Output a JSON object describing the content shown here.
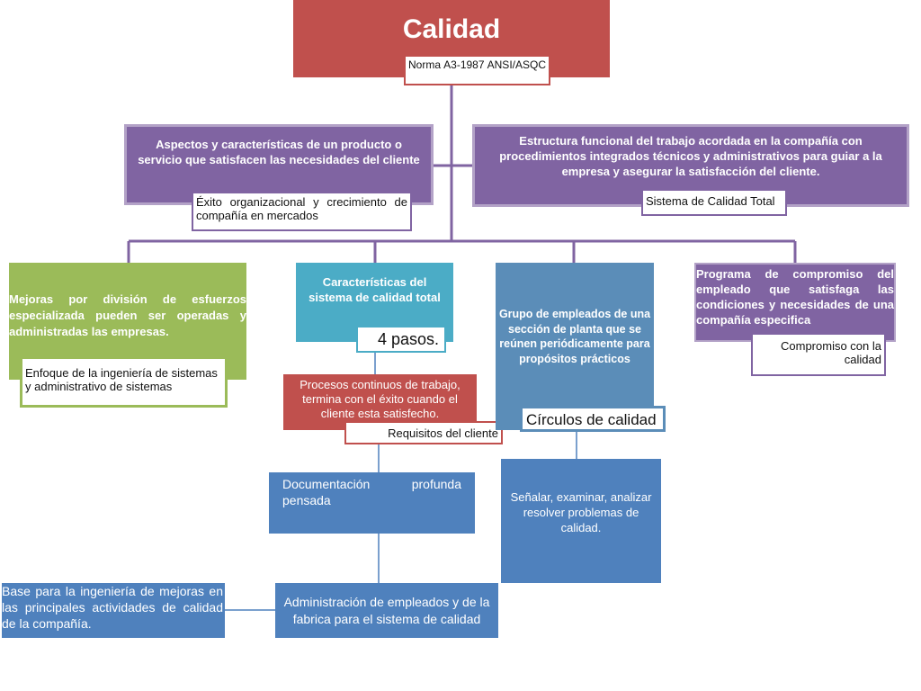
{
  "colors": {
    "red": "#c0504d",
    "purple": "#8064a2",
    "green": "#9bbb59",
    "teal": "#4bacc6",
    "blue": "#4f81bd",
    "steel": "#5b8db8",
    "connector": "#8064a2"
  },
  "root": {
    "title": "Calidad",
    "note": "Norma A3-1987 ANSI/ASQC"
  },
  "left_definition": {
    "text": "Aspectos y características de un producto o servicio que satisfacen las necesidades del cliente",
    "note": "Éxito organizacional y crecimiento de compañía en mercados"
  },
  "right_definition": {
    "text": "Estructura funcional del trabajo acordada en la compañía con procedimientos integrados técnicos y administrativos para guiar a la empresa y asegurar la satisfacción del cliente.",
    "note": "Sistema de Calidad Total"
  },
  "branch_green": {
    "text": "Mejoras por división de esfuerzos especializada pueden ser operadas y administradas las empresas.",
    "note": "Enfoque de la ingeniería de sistemas y administrativo de sistemas"
  },
  "branch_teal": {
    "text": "Características del sistema de calidad total",
    "note": "4 pasos."
  },
  "step_processes": {
    "text": "Procesos continuos de trabajo, termina con el éxito cuando el cliente esta satisfecho.",
    "note": "Requisitos del cliente"
  },
  "step_documentation": {
    "text": "Documentación profunda pensada"
  },
  "step_administration": {
    "text": "Administración de empleados y de la fabrica para el sistema de calidad"
  },
  "step_base": {
    "text": "Base para la ingeniería de mejoras en las principales actividades de calidad de la compañía."
  },
  "branch_circles": {
    "text": "Grupo de empleados de una sección de planta que se reúnen periódicamente para propósitos prácticos",
    "note": "Círculos de calidad"
  },
  "circles_detail": {
    "text": "Señalar, examinar, analizar resolver problemas de calidad."
  },
  "branch_program": {
    "text": "Programa de compromiso del empleado que satisfaga las condiciones y necesidades de una compañía especifica",
    "note": "Compromiso con la calidad"
  }
}
